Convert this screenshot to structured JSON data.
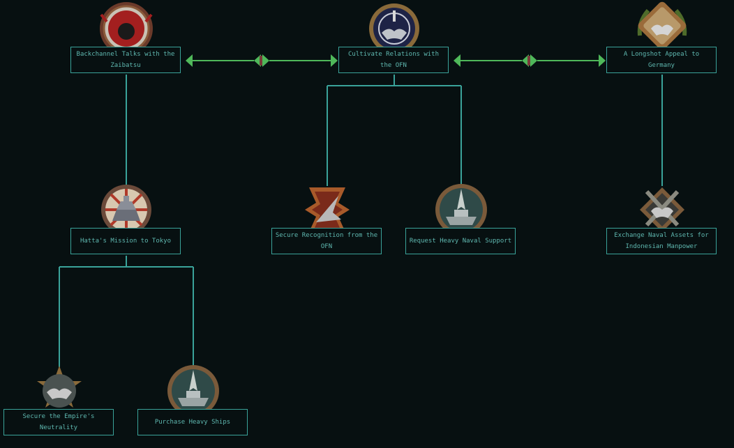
{
  "palette": {
    "line": "#3aa39a",
    "exclusive_arrow": "#4fb85a",
    "text": "#5fb8b0",
    "background": "#071011"
  },
  "focuses": [
    {
      "id": "backchannel",
      "label": "Backchannel Talks with the Zaibatsu",
      "icon": "zaibatsu-emblem-icon"
    },
    {
      "id": "cultivate",
      "label": "Cultivate Relations with the OFN",
      "icon": "handshake-torch-icon"
    },
    {
      "id": "longshot",
      "label": "A Longshot Appeal to Germany",
      "icon": "handshake-laurel-icon"
    },
    {
      "id": "hatta",
      "label": "Hatta's Mission to Tokyo",
      "icon": "japanese-castle-icon"
    },
    {
      "id": "recognition",
      "label": "Secure Recognition from the OFN",
      "icon": "eagle-cross-icon"
    },
    {
      "id": "naval_support",
      "label": "Request Heavy Naval Support",
      "icon": "warship-icon"
    },
    {
      "id": "exchange",
      "label": "Exchange Naval Assets for Indonesian Manpower",
      "icon": "crossed-guns-handshake-icon"
    },
    {
      "id": "neutrality",
      "label": "Secure the Empire's Neutrality",
      "icon": "handshake-star-icon"
    },
    {
      "id": "heavy_ships",
      "label": "Purchase Heavy Ships",
      "icon": "warship-icon"
    }
  ]
}
